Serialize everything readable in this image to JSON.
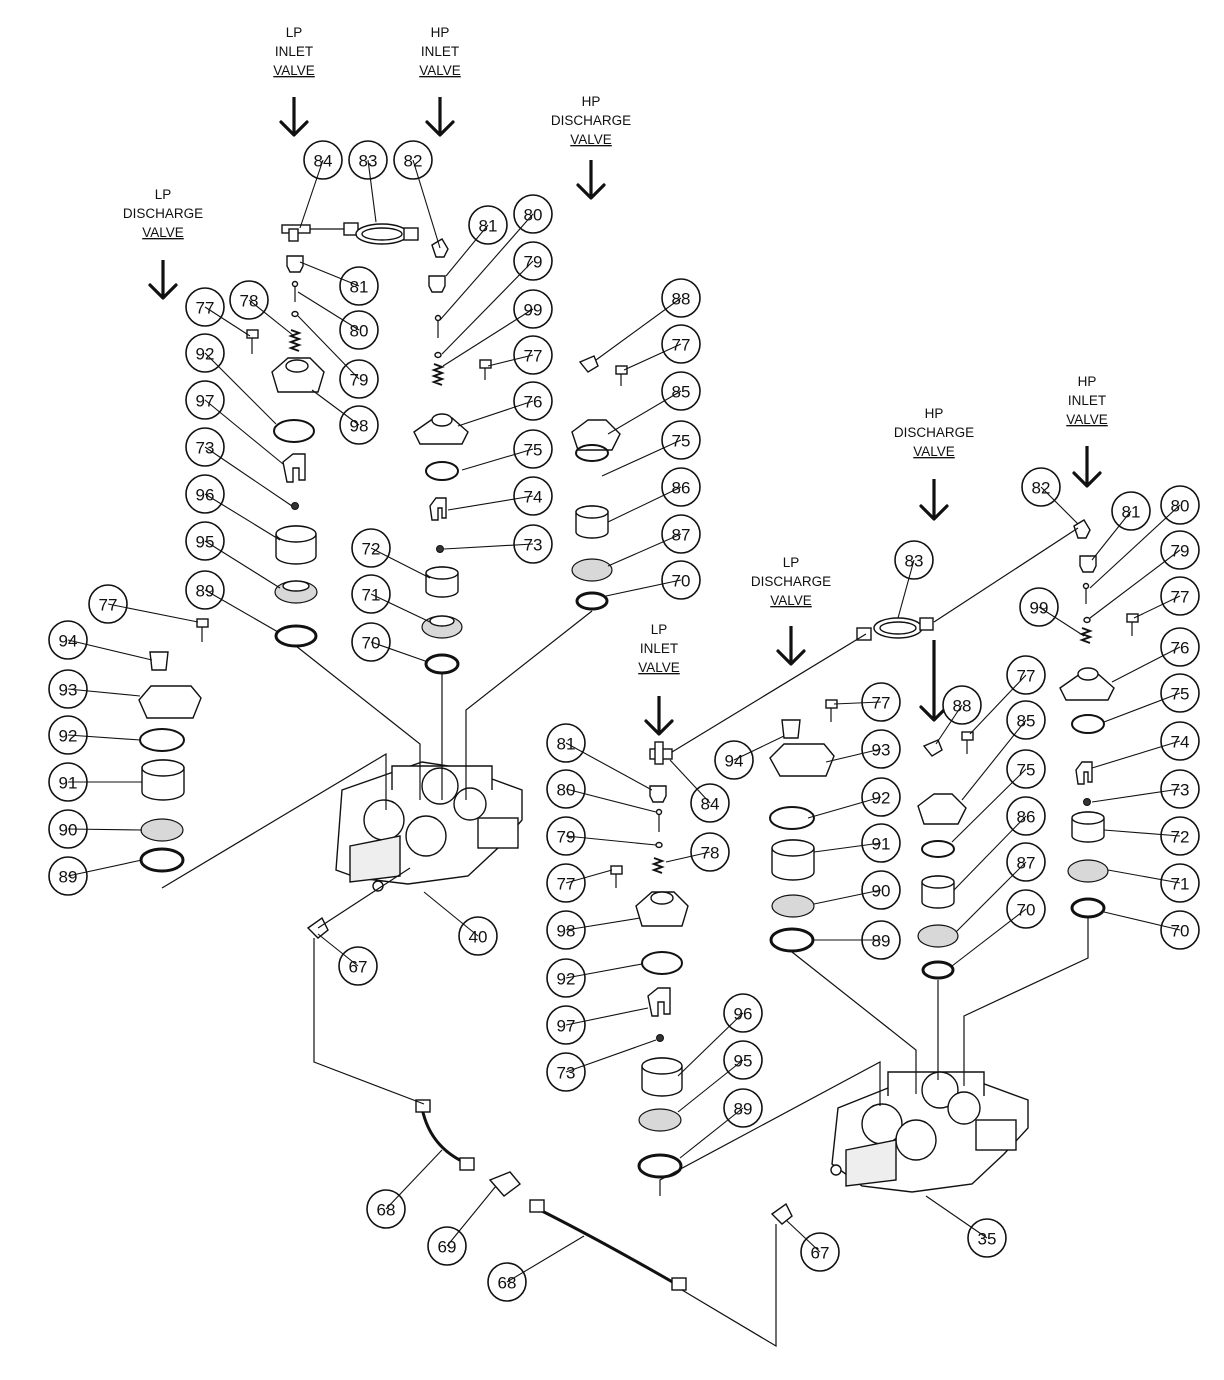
{
  "callouts": [
    "84",
    "83",
    "82",
    "81",
    "80",
    "79",
    "99",
    "77",
    "76",
    "75",
    "74",
    "73",
    "72",
    "71",
    "70",
    "78",
    "92",
    "97",
    "96",
    "95",
    "89",
    "98",
    "94",
    "93",
    "91",
    "90",
    "40",
    "67",
    "88",
    "85",
    "86",
    "87",
    "35",
    "68",
    "69"
  ],
  "labels": {
    "lp_inlet": [
      "LP",
      "INLET",
      "VALVE"
    ],
    "hp_inlet": [
      "HP",
      "INLET",
      "VALVE"
    ],
    "hp_discharge": [
      "HP",
      "DISCHARGE",
      "VALVE"
    ],
    "lp_discharge": [
      "LP",
      "DISCHARGE",
      "VALVE"
    ]
  }
}
